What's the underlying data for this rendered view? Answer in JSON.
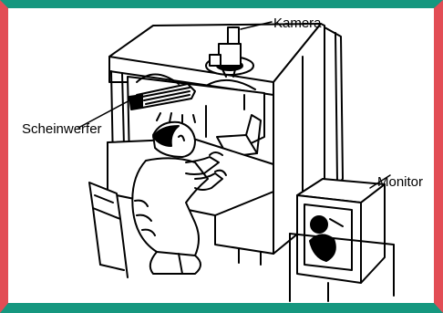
{
  "labels": {
    "camera": "Kamera",
    "spotlight": "Scheinwerfer",
    "monitor": "Monitor"
  },
  "colors": {
    "frame_green": "#16977f",
    "frame_red": "#e24d55",
    "line": "#000000",
    "background": "#ffffff"
  }
}
